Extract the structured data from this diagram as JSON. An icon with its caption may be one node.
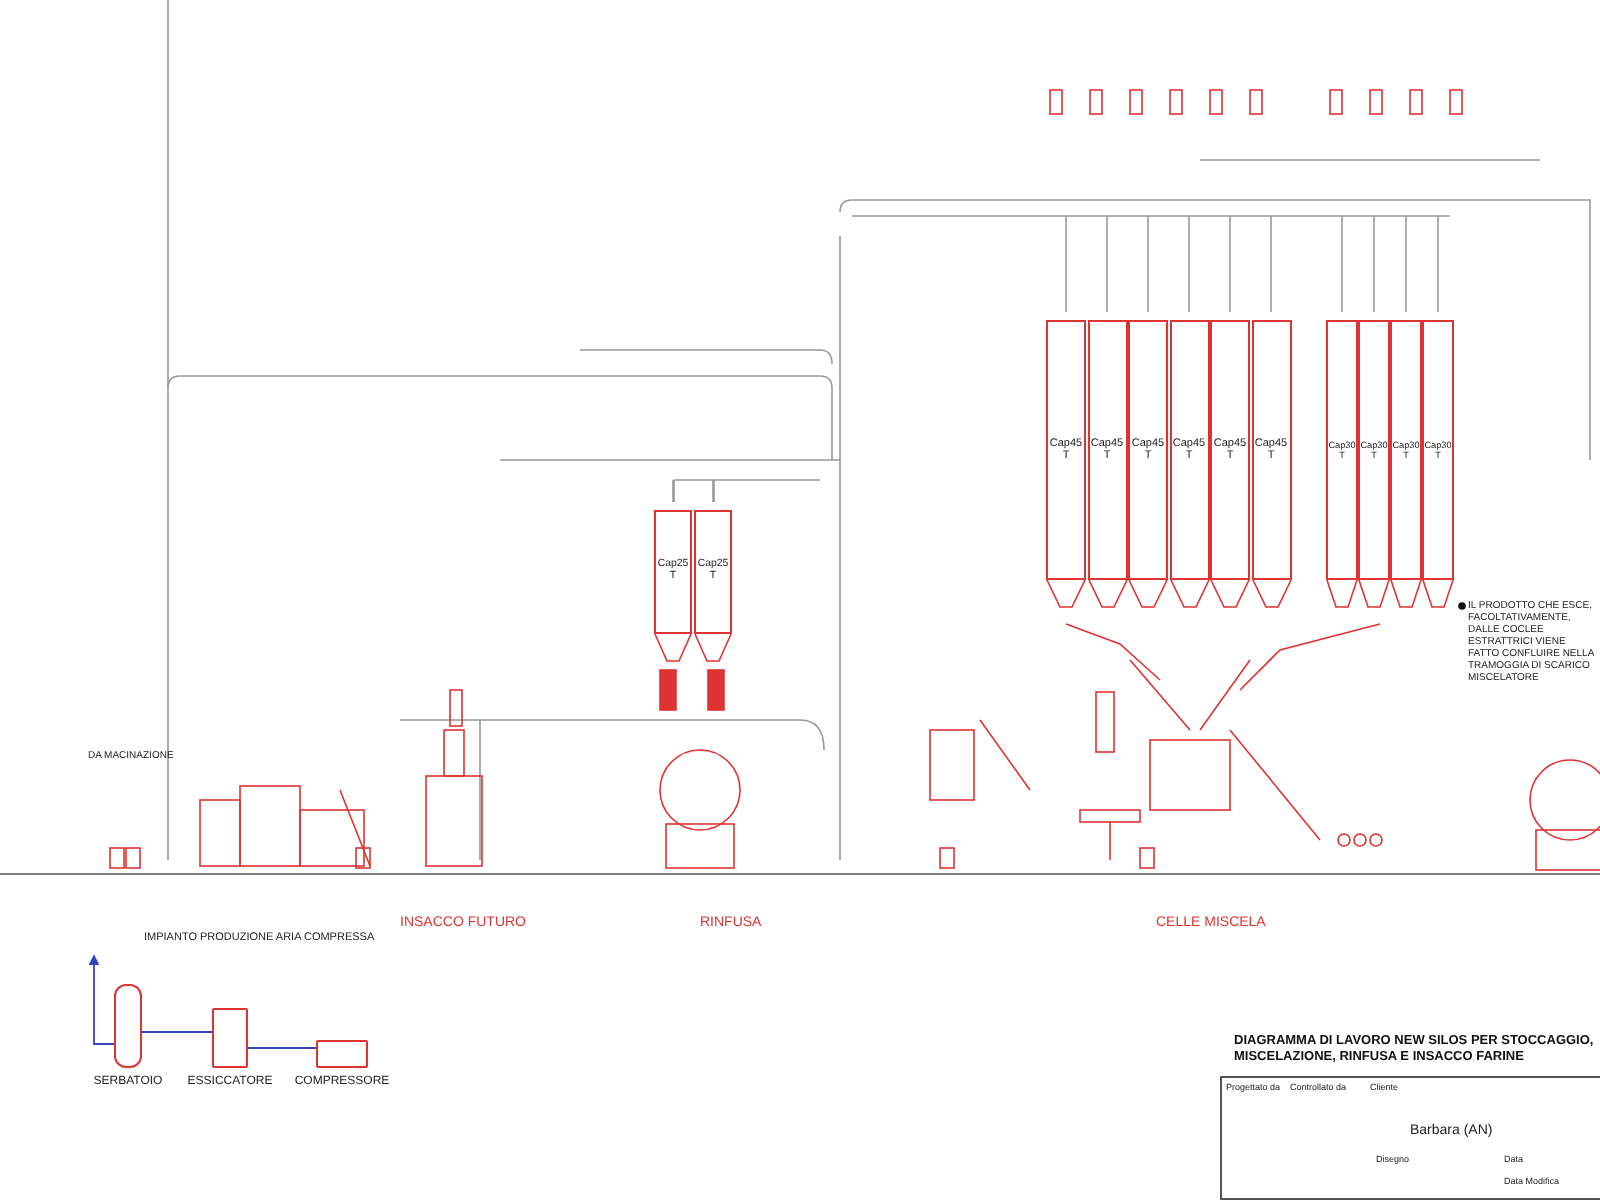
{
  "diagram": {
    "title": "DIAGRAMMA DI LAVORO NEW SILOS PER STOCCAGGIO, MISCELAZIONE, RINFUSA E INSACCO FARINE",
    "nodes": [
      {
        "text": [
          "Cap45 T"
        ]
      },
      {
        "text": [
          "Cap45 T"
        ]
      },
      {
        "text": [
          "Cap45 T"
        ]
      },
      {
        "text": [
          "Cap45 T"
        ]
      },
      {
        "text": [
          "Cap45 T"
        ]
      },
      {
        "text": [
          "Cap45 T"
        ]
      },
      {
        "text": [
          "Cap30 T"
        ]
      },
      {
        "text": [
          "Cap30 T"
        ]
      },
      {
        "text": [
          "Cap30 T"
        ]
      },
      {
        "text": [
          "Cap30 T"
        ]
      },
      {
        "text": [
          "Cap25 T"
        ]
      },
      {
        "text": [
          "Cap25 T"
        ]
      },
      {
        "text": [
          "SERBATOIO"
        ]
      },
      {
        "text": [
          "ESSICCATORE"
        ]
      },
      {
        "text": [
          "COMPRESSORE"
        ]
      }
    ],
    "edges": [
      {
        "from": 14,
        "to": 13,
        "arrow": "none"
      },
      {
        "from": 13,
        "to": 12,
        "arrow": "none"
      },
      {
        "from": 12,
        "to": null,
        "arrow": "to"
      }
    ],
    "labels": [
      "INSACCO FUTURO",
      "RINFUSA",
      "CELLE MISCELA",
      "DA MACINAZIONE",
      "IMPIANTO PRODUZIONE ARIA COMPRESSA",
      "IL PRODOTTO CHE ESCE, FACOLTATIVAMENTE, DALLE COCLEE ESTRATTRICI VIENE FATTO CONFLUIRE NELLA TRAMOGGIA DI SCARICO MISCELATORE",
      "Progettato da",
      "Controllato da",
      "Cliente",
      "Barbara (AN)",
      "Disegno",
      "Data",
      "Data Modifica"
    ]
  }
}
